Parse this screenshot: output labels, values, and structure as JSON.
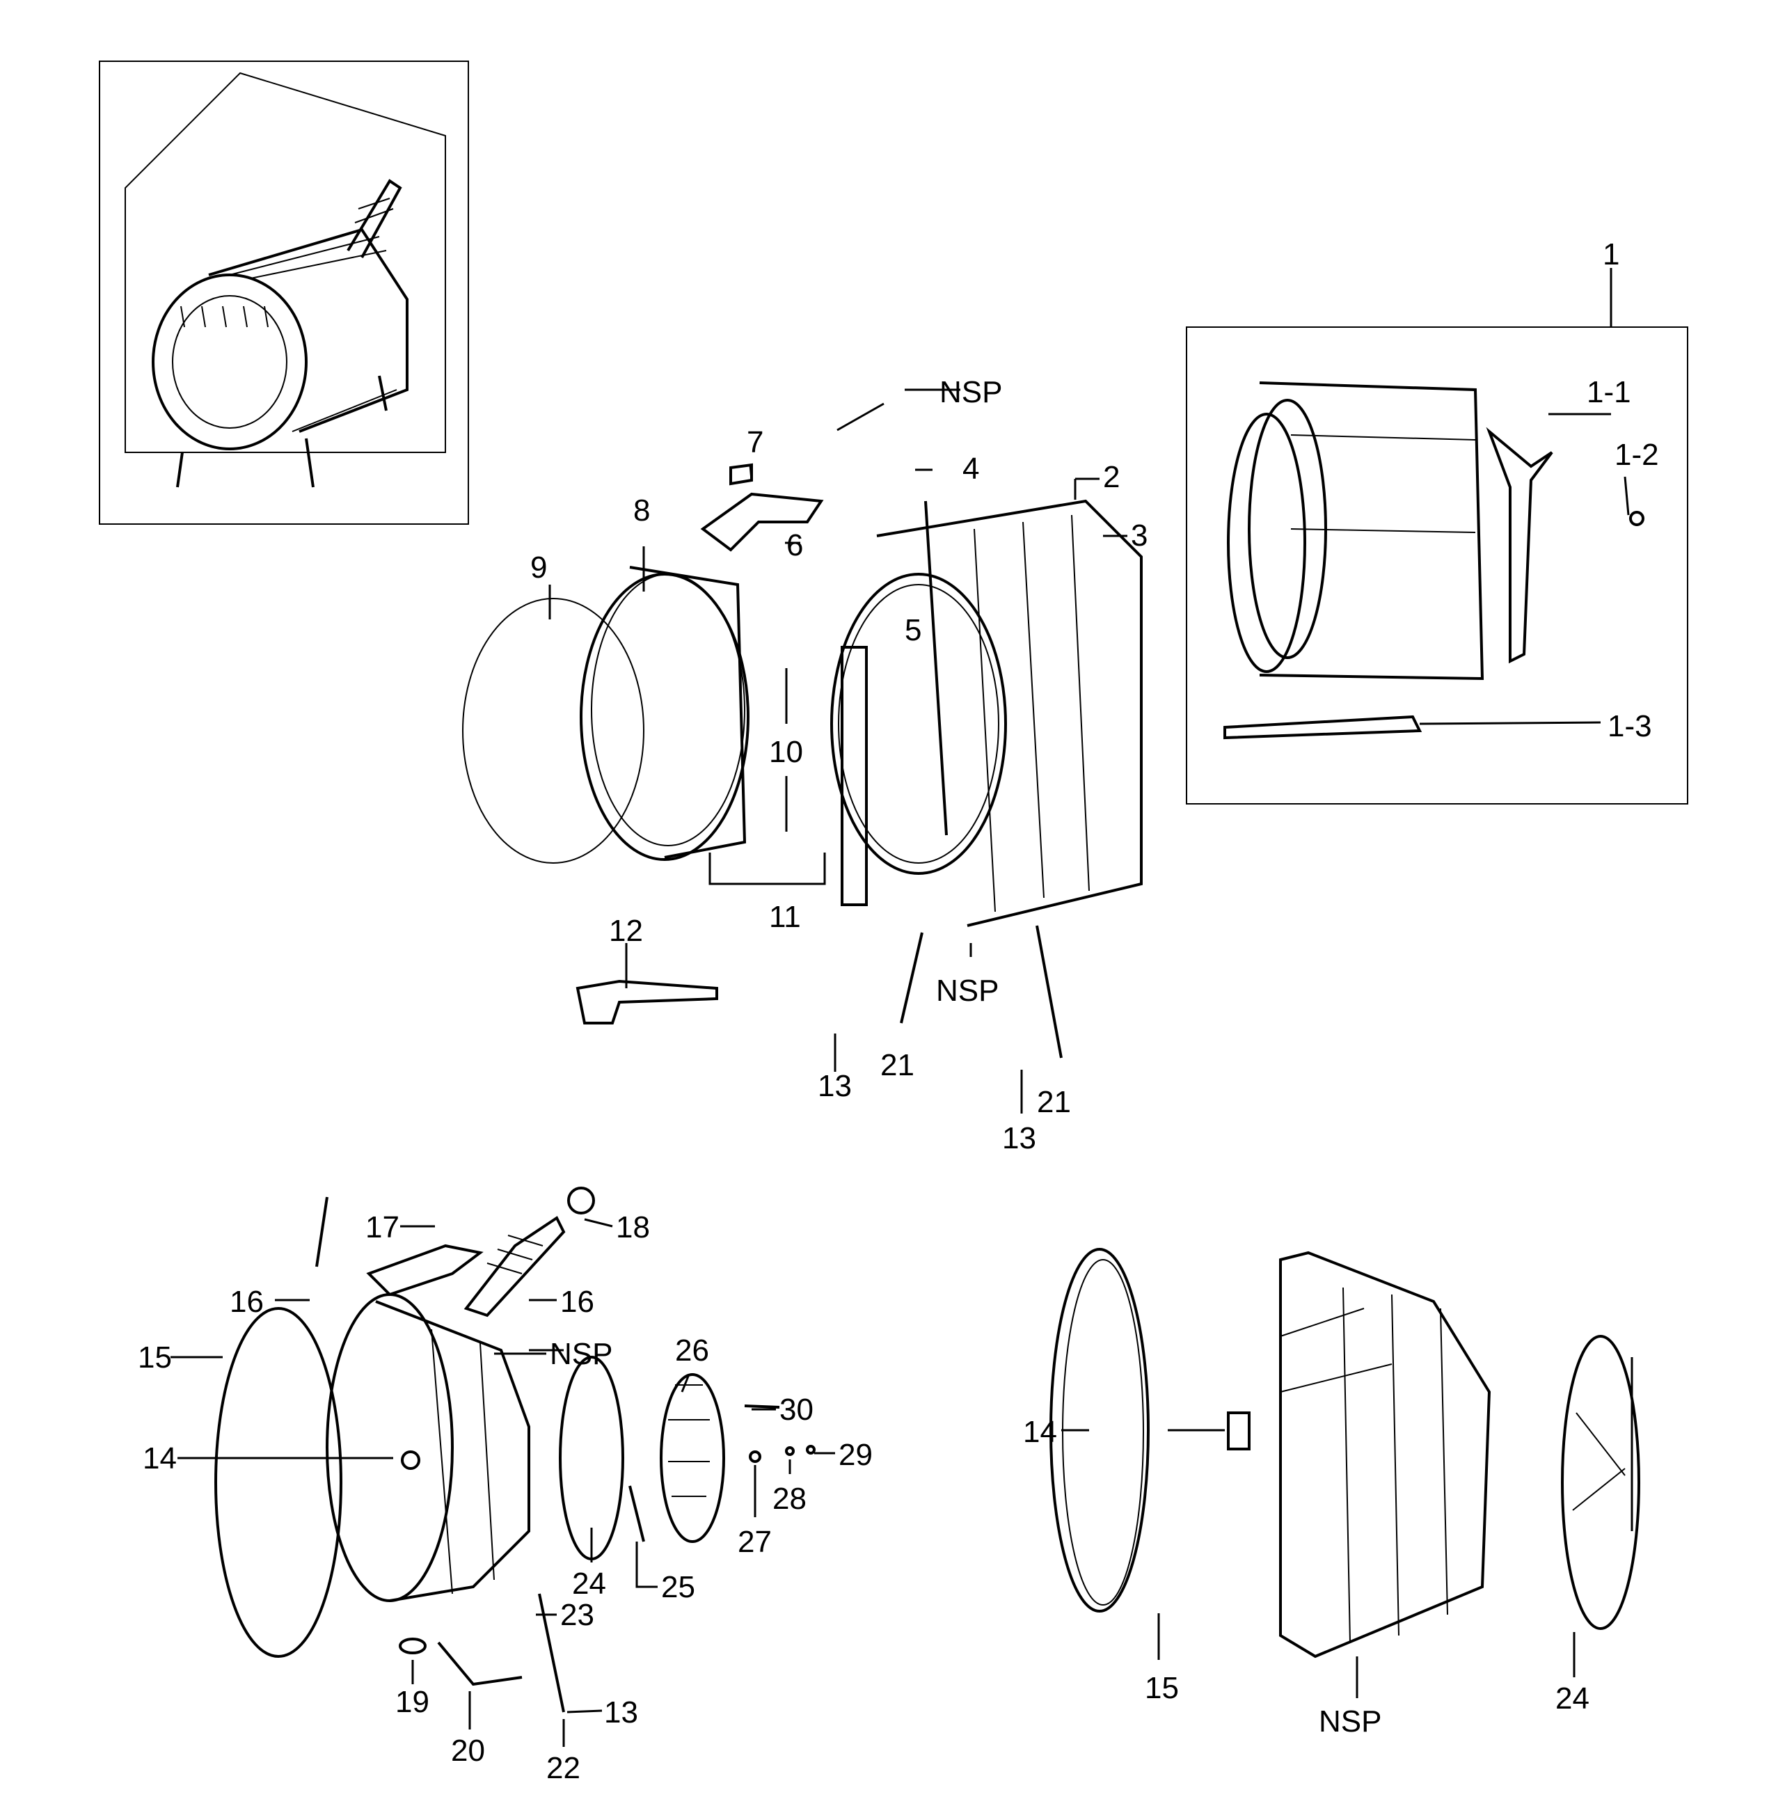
{
  "diagram": {
    "callouts": {
      "c1": "1",
      "c1_1": "1-1",
      "c1_2": "1-2",
      "c1_3": "1-3",
      "c2": "2",
      "c3": "3",
      "c4": "4",
      "c5": "5",
      "c6": "6",
      "c7": "7",
      "c8": "8",
      "c9": "9",
      "c10": "10",
      "c11": "11",
      "c12": "12",
      "c13a": "13",
      "c13b": "13",
      "c13c": "13",
      "c14a": "14",
      "c14b": "14",
      "c15a": "15",
      "c15b": "15",
      "c16a": "16",
      "c16b": "16",
      "c17": "17",
      "c18": "18",
      "c19": "19",
      "c20": "20",
      "c21a": "21",
      "c21b": "21",
      "c22": "22",
      "c23": "23",
      "c24a": "24",
      "c24b": "24",
      "c25": "25",
      "c26": "26",
      "c27": "27",
      "c28": "28",
      "c29": "29",
      "c30": "30",
      "nsp_a": "NSP",
      "nsp_b": "NSP",
      "nsp_c": "NSP",
      "nsp_d": "NSP"
    }
  }
}
